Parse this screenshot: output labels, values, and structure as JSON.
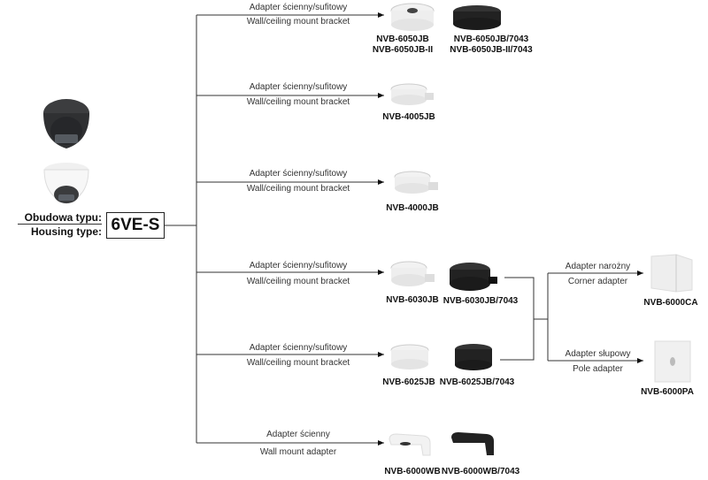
{
  "housing": {
    "label_pl": "Obudowa typu:",
    "label_en": "Housing type:",
    "type": "6VE-S",
    "camera_images": [
      "dark-dome-camera",
      "white-dome-camera"
    ]
  },
  "branches": [
    {
      "label_pl": "Adapter ścienny/sufitowy",
      "label_en": "Wall/ceiling mount bracket",
      "products": [
        {
          "code": "NVB-6050JB\nNVB-6050JB-II",
          "line1": "NVB-6050JB",
          "line2": "NVB-6050JB-II",
          "color": "white"
        },
        {
          "code": "NVB-6050JB/7043\nNVB-6050JB-II/7043",
          "line1": "NVB-6050JB/7043",
          "line2": "NVB-6050JB-II/7043",
          "color": "black"
        }
      ]
    },
    {
      "label_pl": "Adapter ścienny/sufitowy",
      "label_en": "Wall/ceiling mount bracket",
      "products": [
        {
          "line1": "NVB-4005JB",
          "color": "white"
        }
      ]
    },
    {
      "label_pl": "Adapter ścienny/sufitowy",
      "label_en": "Wall/ceiling mount bracket",
      "products": [
        {
          "line1": "NVB-4000JB",
          "color": "white"
        }
      ]
    },
    {
      "label_pl": "Adapter ścienny/sufitowy",
      "label_en": "Wall/ceiling mount bracket",
      "products": [
        {
          "line1": "NVB-6030JB",
          "color": "white"
        },
        {
          "line1": "NVB-6030JB/7043",
          "color": "black"
        }
      ]
    },
    {
      "label_pl": "Adapter ścienny/sufitowy",
      "label_en": "Wall/ceiling mount bracket",
      "products": [
        {
          "line1": "NVB-6025JB",
          "color": "white"
        },
        {
          "line1": "NVB-6025JB/7043",
          "color": "black"
        }
      ]
    },
    {
      "label_pl": "Adapter ścienny",
      "label_en": "Wall mount adapter",
      "products": [
        {
          "line1": "NVB-6000WB",
          "color": "white"
        },
        {
          "line1": "NVB-6000WB/7043",
          "color": "black"
        }
      ]
    }
  ],
  "secondary": [
    {
      "label_pl": "Adapter narożny",
      "label_en": "Corner adapter",
      "code": "NVB-6000CA"
    },
    {
      "label_pl": "Adapter słupowy",
      "label_en": "Pole adapter",
      "code": "NVB-6000PA"
    }
  ]
}
